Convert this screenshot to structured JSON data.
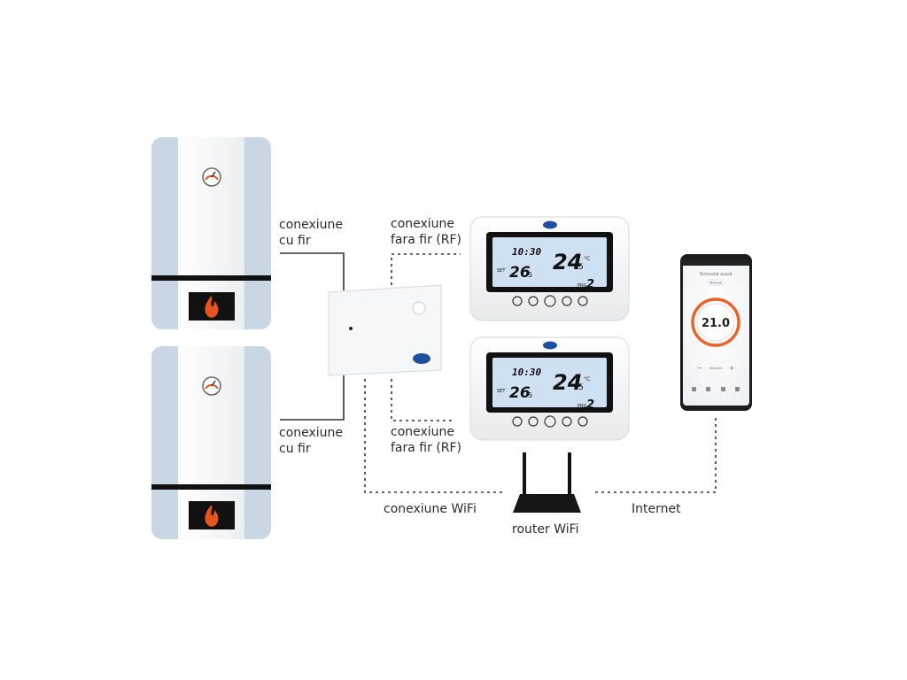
{
  "labels": {
    "wired_top_1": "conexiune",
    "wired_top_2": "cu fir",
    "wired_bottom_1": "conexiune",
    "wired_bottom_2": "cu fir",
    "rf_top_1": "conexiune",
    "rf_top_2": "fara fir (RF)",
    "rf_bottom_1": "conexiune",
    "rf_bottom_2": "fara fir (RF)",
    "wifi_conn": "conexiune WiFi",
    "router": "router WiFi",
    "internet": "Internet"
  },
  "thermostat": {
    "time": "10:30",
    "temp_room": "26",
    "temp_room_dec": "5",
    "temp_set": "24",
    "temp_set_dec": "5",
    "unit": "°C",
    "program": "2",
    "program_label": "PRG",
    "set_label": "SET"
  },
  "phone": {
    "app_title": "Termostat acasă",
    "mode": "Manual",
    "temperature": "21.0",
    "setpoint_label": "Setpoint"
  },
  "colors": {
    "boiler_panel": "#c9d6e4",
    "boiler_body": "#f4f5f6",
    "flame": "#e8541e",
    "lcd": "#cfe0f3",
    "line": "#333333",
    "dial": "#e8642c"
  }
}
